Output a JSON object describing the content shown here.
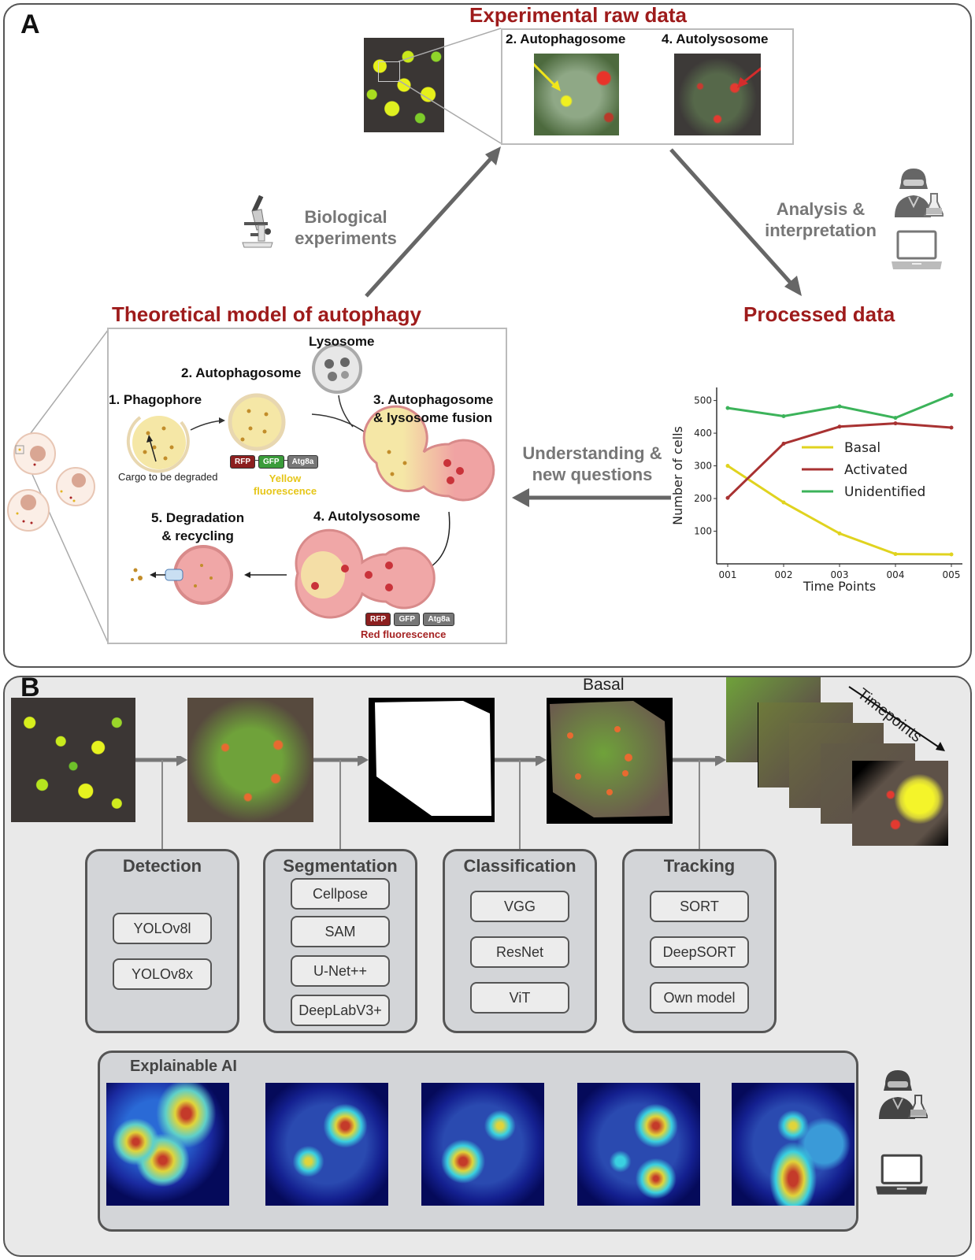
{
  "panelA": {
    "letter": "A",
    "raw_data_title": "Experimental raw data",
    "raw_inset_labels": [
      "2. Autophagosome",
      "4. Autolysosome"
    ],
    "biological_experiments": [
      "Biological",
      "experiments"
    ],
    "analysis_interpretation": [
      "Analysis &",
      "interpretation"
    ],
    "processed_data_title": "Processed data",
    "theoretical_title": "Theoretical model of autophagy",
    "understanding": [
      "Understanding &",
      "new questions"
    ],
    "model": {
      "lysosome": "Lysosome",
      "step1": "1. Phagophore",
      "step2": "2. Autophagosome",
      "step3": [
        "3. Autophagosome",
        "& lysosome fusion"
      ],
      "step4": "4. Autolysosome",
      "step5": [
        "5. Degradation",
        "& recycling"
      ],
      "cargo": "Cargo to be degraded",
      "tags": [
        "RFP",
        "GFP",
        "Atg8a"
      ],
      "yellow_fluorescence": [
        "Yellow",
        "fluorescence"
      ],
      "red_fluorescence": "Red fluorescence"
    },
    "icons": {
      "microscope": "microscope-icon",
      "scientist": "scientist-icon",
      "laptop": "laptop-icon"
    }
  },
  "chart_data": {
    "type": "line",
    "title": "",
    "xlabel": "Time Points",
    "ylabel": "Number of cells",
    "categories": [
      "001",
      "002",
      "003",
      "004",
      "005"
    ],
    "yticks": [
      100,
      200,
      300,
      400,
      500
    ],
    "ylim": [
      0,
      540
    ],
    "grid": false,
    "legend_position": "center-right",
    "series": [
      {
        "name": "Basal",
        "color": "#e0d31f",
        "values": [
          300,
          188,
          93,
          30,
          29
        ]
      },
      {
        "name": "Activated",
        "color": "#a83232",
        "values": [
          202,
          368,
          420,
          430,
          417
        ]
      },
      {
        "name": "Unidentified",
        "color": "#3cb35a",
        "values": [
          477,
          452,
          482,
          447,
          517
        ]
      }
    ]
  },
  "panelB": {
    "letter": "B",
    "basal_label": "Basal",
    "timepoints_label": "Timepoints",
    "stages": [
      {
        "title": "Detection",
        "items": [
          "YOLOv8l",
          "YOLOv8x"
        ]
      },
      {
        "title": "Segmentation",
        "items": [
          "Cellpose",
          "SAM",
          "U-Net++",
          "DeepLabV3+"
        ]
      },
      {
        "title": "Classification",
        "items": [
          "VGG",
          "ResNet",
          "ViT"
        ]
      },
      {
        "title": "Tracking",
        "items": [
          "SORT",
          "DeepSORT",
          "Own model"
        ]
      }
    ],
    "xai_title": "Explainable AI",
    "xai_image_count": 5
  },
  "colors": {
    "title_red": "#9e1b1b",
    "gray_text": "#777777",
    "rfp": "#8c1f1f",
    "gfp": "#3a9c3a",
    "atg8a": "#777777",
    "yellow_text": "#e6c619",
    "panel_b_bg": "#e9e9e9",
    "model_box_bg": "#d3d5d8"
  }
}
